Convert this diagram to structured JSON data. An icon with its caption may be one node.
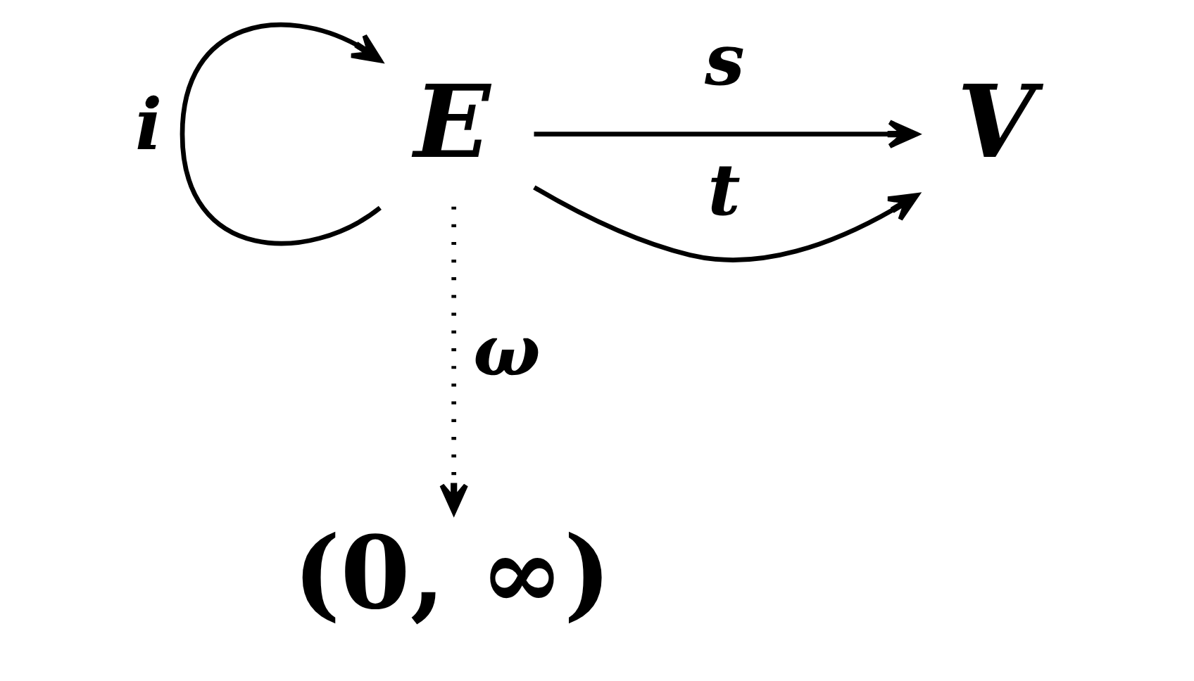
{
  "diagram": {
    "nodes": [
      {
        "text": [
          "E"
        ]
      },
      {
        "text": [
          "V"
        ]
      },
      {
        "text": [
          "(0, ∞)"
        ]
      }
    ],
    "edges": [
      {
        "from": 0,
        "to": 0,
        "arrow": "to",
        "label": "i"
      },
      {
        "from": 0,
        "to": 1,
        "arrow": "to",
        "label": "s"
      },
      {
        "from": 0,
        "to": 1,
        "arrow": "to",
        "label": "t"
      },
      {
        "from": 0,
        "to": 2,
        "arrow": "to",
        "label": "ω",
        "style": "dashed"
      }
    ]
  }
}
